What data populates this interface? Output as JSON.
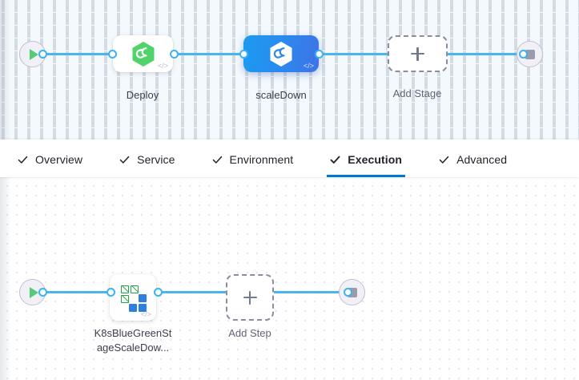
{
  "colors": {
    "wire": "#4ab4f0",
    "accent": "#0278d5",
    "selected_node_from": "#1b9bf0",
    "selected_node_to": "#3f72e6",
    "harness_green": "#54cb74",
    "stage_canvas_bg": "#f3f9fc",
    "exec_canvas_bg": "#ffffff",
    "label_text": "#3b3f4d",
    "muted_text": "#5f6574"
  },
  "stage_canvas": {
    "name": "pipeline-stage-graph",
    "start_node": {
      "name": "pipeline-start",
      "icon": "play-icon"
    },
    "end_node": {
      "name": "pipeline-end",
      "icon": "stop-icon"
    },
    "nodes": [
      {
        "id": "deploy",
        "label": "Deploy",
        "icon": "harness-hexagon-icon",
        "state": "default",
        "has_code_glyph": true
      },
      {
        "id": "scaleDown",
        "label": "scaleDown",
        "icon": "harness-hexagon-icon",
        "state": "selected",
        "has_code_glyph": true
      },
      {
        "id": "add-stage",
        "label": "Add Stage",
        "icon": "plus-icon",
        "state": "add"
      }
    ]
  },
  "tabs": {
    "name": "stage-config-tabs",
    "items": [
      {
        "id": "overview",
        "label": "Overview",
        "icon": "check-icon",
        "active": false
      },
      {
        "id": "service",
        "label": "Service",
        "icon": "check-icon",
        "active": false
      },
      {
        "id": "environment",
        "label": "Environment",
        "icon": "check-icon",
        "active": false
      },
      {
        "id": "execution",
        "label": "Execution",
        "icon": "check-icon",
        "active": true
      },
      {
        "id": "advanced",
        "label": "Advanced",
        "icon": "check-icon",
        "active": false
      }
    ]
  },
  "execution_canvas": {
    "name": "execution-step-graph",
    "start_node": {
      "name": "execution-start",
      "icon": "play-icon"
    },
    "end_node": {
      "name": "execution-end",
      "icon": "stop-icon"
    },
    "nodes": [
      {
        "id": "k8s-blue-green-scale-down",
        "label": "K8sBlueGreenSt\nageScaleDow...",
        "icon": "blue-green-deployment-icon",
        "state": "default",
        "has_code_glyph": true
      },
      {
        "id": "add-step",
        "label": "Add Step",
        "icon": "plus-icon",
        "state": "add"
      }
    ]
  }
}
